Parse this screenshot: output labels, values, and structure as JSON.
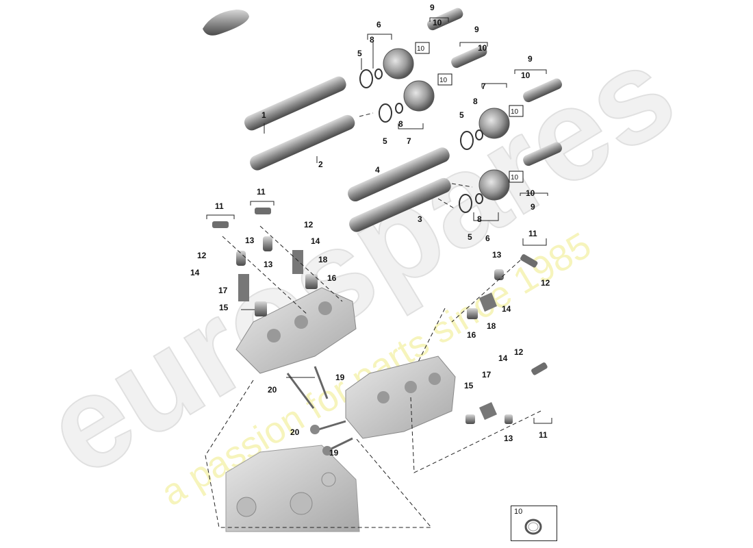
{
  "watermark": {
    "brand": "eurospares",
    "tagline": "a passion for parts since 1985"
  },
  "callouts": {
    "c1": "1",
    "c2": "2",
    "c3": "3",
    "c4": "4",
    "c5a": "5",
    "c5b": "5",
    "c5c": "5",
    "c5d": "5",
    "c6a": "6",
    "c6b": "6",
    "c7a": "7",
    "c7b": "7",
    "c8a": "8",
    "c8b": "8",
    "c8c": "8",
    "c8d": "8",
    "c9a": "9",
    "c9b": "9",
    "c9c": "9",
    "c9d": "9",
    "c10a": "10",
    "c10b": "10",
    "c10c": "10",
    "c10d": "10",
    "c10e": "10",
    "c10f": "10",
    "c10g": "10",
    "c10h": "10",
    "c10i": "10",
    "c11a": "11",
    "c11b": "11",
    "c11c": "11",
    "c11d": "11",
    "c12a": "12",
    "c12b": "12",
    "c12c": "12",
    "c12d": "12",
    "c13a": "13",
    "c13b": "13",
    "c13c": "13",
    "c13d": "13",
    "c14a": "14",
    "c14b": "14",
    "c14c": "14",
    "c14d": "14",
    "c15a": "15",
    "c15b": "15",
    "c16a": "16",
    "c16b": "16",
    "c17a": "17",
    "c17b": "17",
    "c18a": "18",
    "c18b": "18",
    "c19a": "19",
    "c19b": "19",
    "c20a": "20",
    "c20b": "20"
  },
  "legend": {
    "number": "10"
  },
  "colors": {
    "part": "#9a9a9a",
    "partDark": "#5c5c5c",
    "line": "#222222",
    "watermark": "#ececec",
    "watermarkTag": "#f4f0a8"
  }
}
